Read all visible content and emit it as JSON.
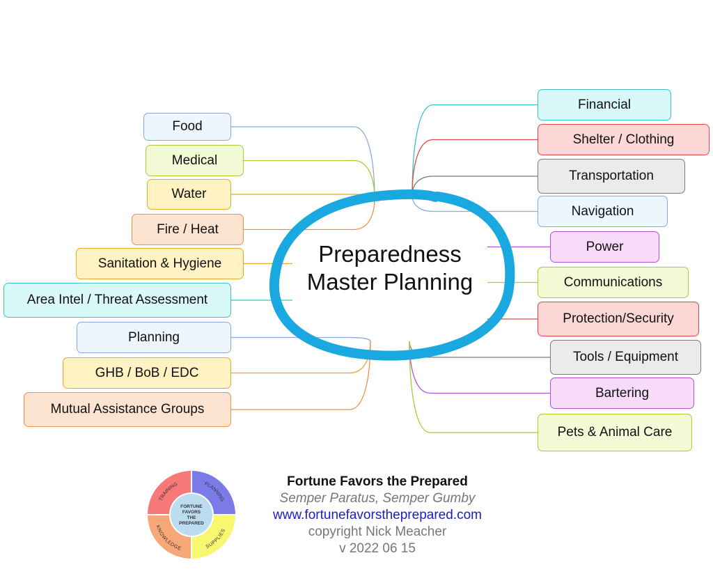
{
  "center": {
    "line1": "Preparedness",
    "line2": "Master Planning",
    "ring_color": "#1aa8e0"
  },
  "themes": {
    "blue": {
      "fill": "#eef6fd",
      "border": "#8aaadc"
    },
    "green": {
      "fill": "#f3fbd6",
      "border": "#a8cc30"
    },
    "yellow": {
      "fill": "#fff3c4",
      "border": "#e8a830"
    },
    "orange": {
      "fill": "#fde4d0",
      "border": "#f0904c"
    },
    "teal": {
      "fill": "#d9f8f8",
      "border": "#38c4c4"
    },
    "red": {
      "fill": "#fdd6d6",
      "border": "#e04848"
    },
    "gray": {
      "fill": "#ebebeb",
      "border": "#7a7a7a"
    },
    "purple": {
      "fill": "#f8dbf8",
      "border": "#b050d8"
    }
  },
  "left_nodes": [
    {
      "label": "Food",
      "theme": "blue"
    },
    {
      "label": "Medical",
      "theme": "green"
    },
    {
      "label": "Water",
      "theme": "yellow"
    },
    {
      "label": "Fire / Heat",
      "theme": "orange"
    },
    {
      "label": "Sanitation & Hygiene",
      "theme": "yellow"
    },
    {
      "label": "Area Intel / Threat Assessment",
      "theme": "teal"
    },
    {
      "label": "Planning",
      "theme": "blue"
    },
    {
      "label": "GHB / BoB / EDC",
      "theme": "yellow"
    },
    {
      "label": "Mutual Assistance Groups",
      "theme": "orange"
    }
  ],
  "right_nodes": [
    {
      "label": "Financial",
      "theme": "teal"
    },
    {
      "label": "Shelter / Clothing",
      "theme": "red"
    },
    {
      "label": "Transportation",
      "theme": "gray"
    },
    {
      "label": "Navigation",
      "theme": "blue"
    },
    {
      "label": "Power",
      "theme": "purple"
    },
    {
      "label": "Communications",
      "theme": "green"
    },
    {
      "label": "Protection/Security",
      "theme": "red"
    },
    {
      "label": "Tools / Equipment",
      "theme": "gray"
    },
    {
      "label": "Bartering",
      "theme": "purple"
    },
    {
      "label": "Pets & Animal Care",
      "theme": "green"
    }
  ],
  "logo": {
    "center_text": [
      "FORTUNE",
      "FAVORS",
      "THE",
      "PREPARED"
    ],
    "segments": [
      {
        "label": "TRAINING",
        "color": "#f87878"
      },
      {
        "label": "PLANNING",
        "color": "#7b7be8"
      },
      {
        "label": "SUPPLIES",
        "color": "#f8f870"
      },
      {
        "label": "KNOWLEDGE",
        "color": "#f8a878"
      }
    ],
    "center_color": "#bcdcf0"
  },
  "footer": {
    "title": "Fortune Favors the Prepared",
    "motto": "Semper Paratus, Semper Gumby",
    "url": "www.fortunefavorstheprepared.com",
    "copyright": "copyright Nick Meacher",
    "version": "v 2022 06 15"
  }
}
